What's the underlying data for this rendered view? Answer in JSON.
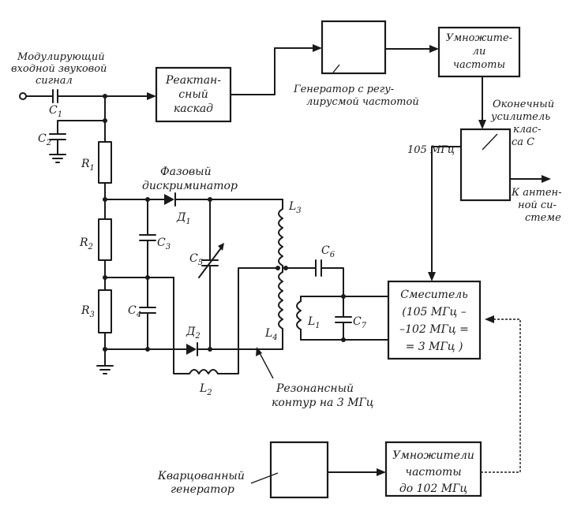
{
  "blocks": {
    "reactance": [
      "Реактан-",
      "сный",
      "каскад"
    ],
    "multiplier_top": [
      "Умножите-",
      "ли",
      "частоты"
    ],
    "mixer": [
      "Смеситель",
      "(105 МГц –",
      "–102 МГц =",
      "= 3 МГц )"
    ],
    "multipliers_bottom": [
      "Умножители",
      "частоты",
      "до 102 МГц"
    ]
  },
  "labels": {
    "input_signal": [
      "Модулирующий",
      "входной звуковой",
      "сигнал"
    ],
    "generator": [
      "Генератор с регу-",
      "лирусмой  частотой"
    ],
    "final_amp": [
      "Оконечный",
      "усилитель",
      "клас-",
      "са С"
    ],
    "freq_105": "105 МГц",
    "antenna": [
      "К антен-",
      "ной си-",
      "стеме"
    ],
    "phase_discriminator": [
      "Фазовый",
      "дискриминатор"
    ],
    "resonant_circuit": [
      "Резонансный",
      "контур на 3 МГц"
    ],
    "crystal_generator": [
      "Кварцованный",
      "генератор"
    ]
  },
  "components": {
    "c1": "C",
    "c1_sub": "1",
    "c2": "C",
    "c2_sub": "2",
    "c3": "C",
    "c3_sub": "3",
    "c4": "C",
    "c4_sub": "4",
    "c5": "C",
    "c5_sub": "5",
    "c6": "C",
    "c6_sub": "6",
    "c7": "C",
    "c7_sub": "7",
    "r1": "R",
    "r1_sub": "1",
    "r2": "R",
    "r2_sub": "2",
    "r3": "R",
    "r3_sub": "3",
    "l1": "L",
    "l1_sub": "1",
    "l2": "L",
    "l2_sub": "2",
    "l3": "L",
    "l3_sub": "3",
    "l4": "L",
    "l4_sub": "4",
    "d1": "Д",
    "d1_sub": "1",
    "d2": "Д",
    "d2_sub": "2"
  }
}
